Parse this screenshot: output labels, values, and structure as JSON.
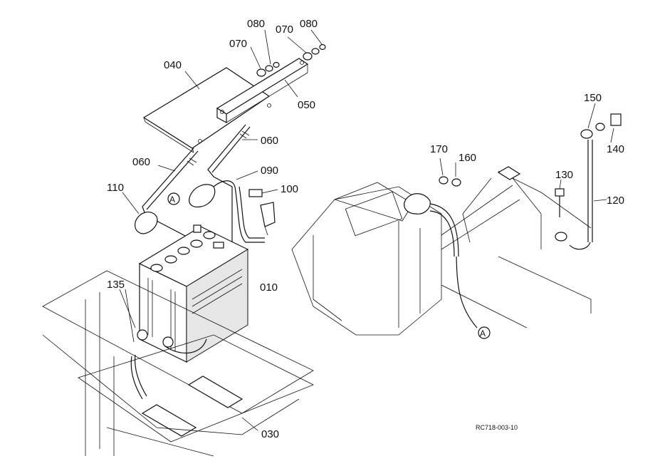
{
  "diagram": {
    "part_labels": {
      "p010": "010",
      "p030": "030",
      "p040": "040",
      "p050": "050",
      "p060a": "060",
      "p060b": "060",
      "p070a": "070",
      "p070b": "070",
      "p080a": "080",
      "p080b": "080",
      "p090": "090",
      "p100": "100",
      "p110": "110",
      "p120": "120",
      "p130": "130",
      "p135": "135",
      "p140": "140",
      "p150": "150",
      "p160": "160",
      "p170": "170"
    },
    "reference_marks": {
      "a_left": "A",
      "a_right": "A"
    },
    "drawing_code": "RC718-003-10"
  }
}
